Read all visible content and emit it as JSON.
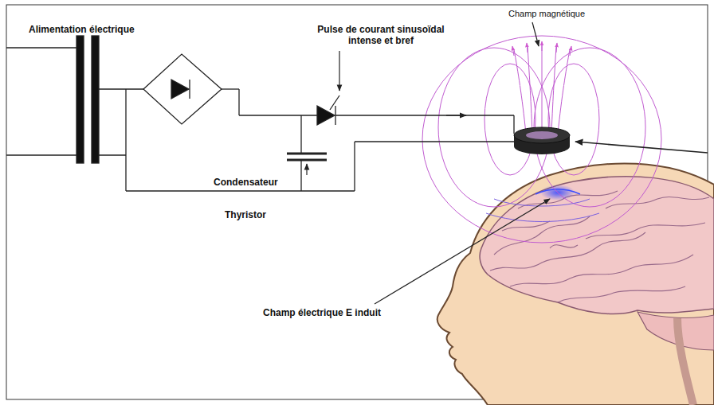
{
  "diagram": {
    "labels": [
      "Champ magnétique",
      "Pulse de courant sinusoïdal intense et bref",
      "Alimentation électrique",
      "Condensateur",
      "Thyristor",
      "Champ électrique E induit"
    ]
  }
}
